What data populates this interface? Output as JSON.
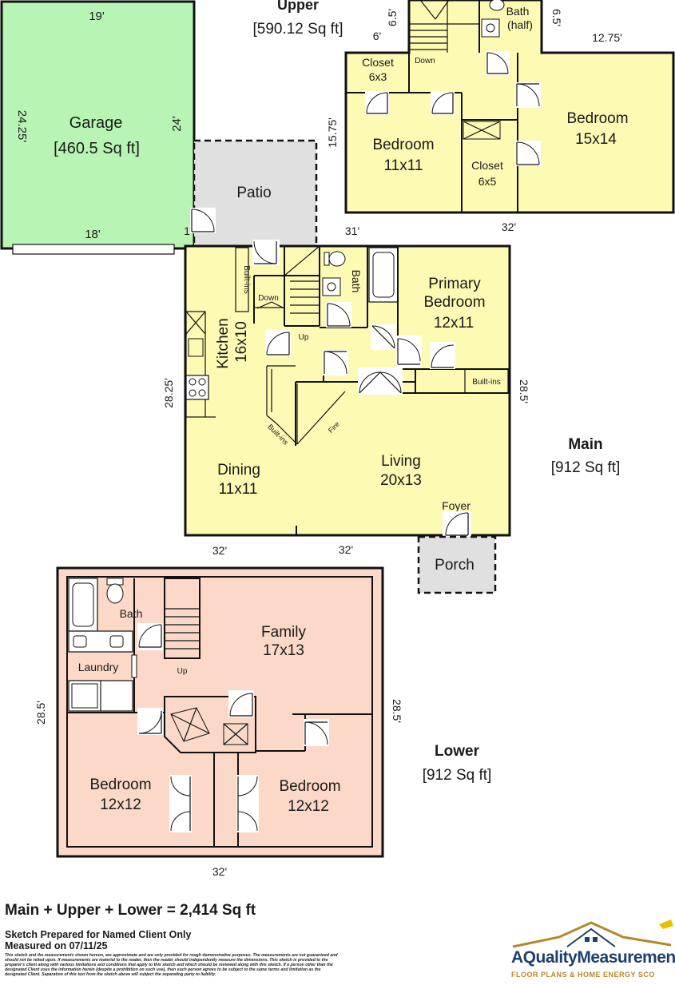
{
  "upper": {
    "title": "Upper",
    "area": "[590.12 Sq ft]",
    "dims": {
      "top_left": "6'",
      "top_left_v": "6.5'",
      "top_right_v": "6.5'",
      "top_right": "12.75'",
      "left": "15.75'",
      "bottom_left": "31'",
      "bottom_right": "32'"
    },
    "rooms": {
      "bath_line1": "Bath",
      "bath_line2": "(half)",
      "closet_a_line1": "Closet",
      "closet_a_line2": "6x3",
      "down": "Down",
      "bedroom_a_line1": "Bedroom",
      "bedroom_a_line2": "11x11",
      "closet_b_line1": "Closet",
      "closet_b_line2": "6x5",
      "bedroom_b_line1": "Bedroom",
      "bedroom_b_line2": "15x14"
    }
  },
  "garage": {
    "title": "Garage",
    "area": "[460.5 Sq ft]",
    "dims": {
      "top": "19'",
      "left": "24.25'",
      "right": "24'",
      "bottom": "18'",
      "corner": "1"
    }
  },
  "patio": {
    "label": "Patio"
  },
  "main": {
    "title": "Main",
    "area": "[912 Sq ft]",
    "dims": {
      "left": "28.25'",
      "right": "28.5'",
      "bottom_left": "32'",
      "bottom_right": "32'"
    },
    "rooms": {
      "builtins_a": "Built-ins",
      "down": "Down",
      "up": "Up",
      "bath": "Bath",
      "primary_line1": "Primary",
      "primary_line2": "Bedroom",
      "primary_line3": "12x11",
      "builtins_b": "Built-ins",
      "kitchen_line1": "Kitchen",
      "kitchen_line2": "16x10",
      "builtins_c": "Built-ins",
      "fire": "Fire",
      "dining_line1": "Dining",
      "dining_line2": "11x11",
      "living_line1": "Living",
      "living_line2": "20x13",
      "foyer": "Foyer"
    }
  },
  "porch": {
    "label": "Porch"
  },
  "lower": {
    "title": "Lower",
    "area": "[912 Sq ft]",
    "dims": {
      "left": "28.5'",
      "right": "28.5'",
      "bottom": "32'"
    },
    "rooms": {
      "bath": "Bath",
      "laundry": "Laundry",
      "up": "Up",
      "family_line1": "Family",
      "family_line2": "17x13",
      "bedroom_a_line1": "Bedroom",
      "bedroom_a_line2": "12x12",
      "bedroom_b_line1": "Bedroom",
      "bedroom_b_line2": "12x12"
    }
  },
  "footer": {
    "total": "Main + Upper + Lower = 2,414 Sq ft",
    "prepared": "Sketch Prepared for Named Client Only",
    "measured": "Measured on 07/11/25",
    "disclaimer": "This sketch and the measurements shown hereon, are approximate and are only provided for rough demonstrative purposes. The measurements are not guaranteed and should not be relied upon. If measurements are material to the reader, then the reader should independently measure the dimensions. This sketch is provided to the preparer's client along with various limitations and conditions that apply to this sketch and which should be reviewed along with this sketch. If a person other than the designated Client uses the information herein (despite a prohibition on such use), then such person agrees to be subject to the same terms and limitation as the designated Client. Separation of this text from the sketch above will subject the separating party to liability.",
    "logo_name": "AQualityMeasurement.c",
    "logo_tag": "FLOOR PLANS & HOME ENERGY SCO"
  },
  "colors": {
    "upper_main_fill": "#fdfab3",
    "garage_fill": "#b8f5b4",
    "lower_fill": "#fbd8c8",
    "patio_fill": "#e0e0e0"
  }
}
